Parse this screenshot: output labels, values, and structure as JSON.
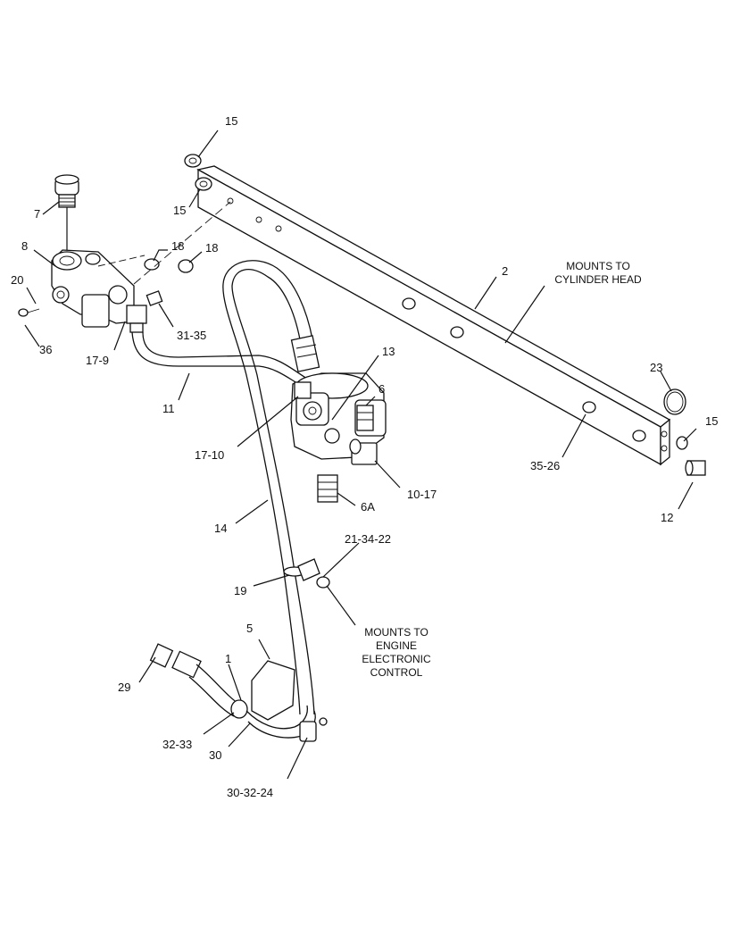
{
  "callouts": {
    "c15_top": "15",
    "c15_mid": "15",
    "c15_right": "15",
    "c7": "7",
    "c8": "8",
    "c18_a": "18",
    "c18_b": "18",
    "c20": "20",
    "c36": "36",
    "c31_35": "31-35",
    "c17_9": "17-9",
    "c11": "11",
    "c13": "13",
    "c6": "6",
    "c17_10": "17-10",
    "c10_17": "10-17",
    "c6a": "6A",
    "c14": "14",
    "c2": "2",
    "c23": "23",
    "c35_26": "35-26",
    "c12": "12",
    "c21_34_22": "21-34-22",
    "c19": "19",
    "c5": "5",
    "c1": "1",
    "c29": "29",
    "c32_33": "32-33",
    "c30": "30",
    "c30_32_24": "30-32-24"
  },
  "notes": {
    "cylinder_head": [
      "MOUNTS TO",
      "CYLINDER HEAD"
    ],
    "engine_control": [
      "MOUNTS TO",
      "ENGINE",
      "ELECTRONIC",
      "CONTROL"
    ]
  }
}
